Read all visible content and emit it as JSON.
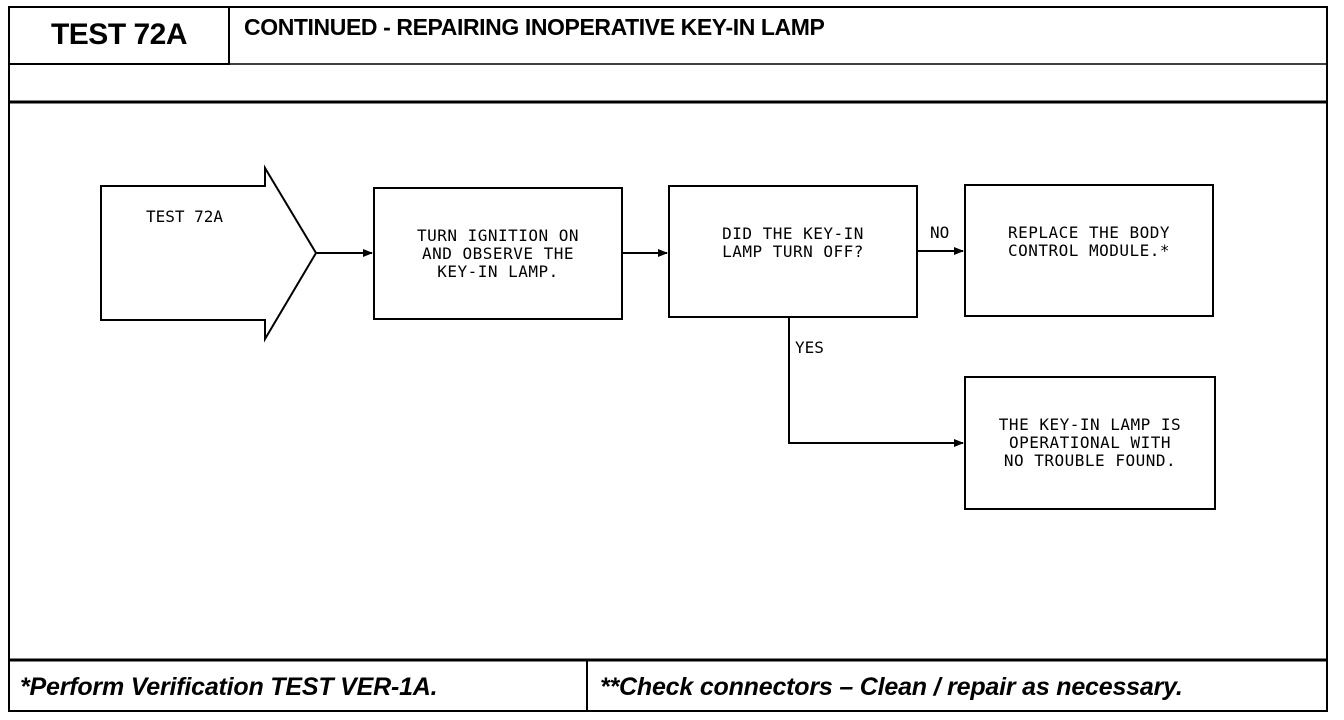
{
  "header": {
    "test_id": "TEST 72A",
    "title": "CONTINUED - REPAIRING INOPERATIVE KEY-IN LAMP"
  },
  "flowchart": {
    "start": {
      "label": "TEST 72A"
    },
    "step1": {
      "lines": [
        "TURN IGNITION ON",
        "AND OBSERVE THE",
        "KEY-IN LAMP."
      ]
    },
    "decision": {
      "lines": [
        "DID THE KEY-IN",
        "LAMP TURN OFF?"
      ]
    },
    "no_label": "NO",
    "yes_label": "YES",
    "no_result": {
      "lines": [
        "REPLACE THE BODY",
        "CONTROL MODULE.*"
      ]
    },
    "yes_result": {
      "lines": [
        "THE KEY-IN LAMP IS",
        "OPERATIONAL WITH",
        "NO TROUBLE FOUND."
      ]
    }
  },
  "footer": {
    "left": "*Perform Verification TEST VER-1A.",
    "right": "**Check connectors – Clean / repair as necessary."
  }
}
